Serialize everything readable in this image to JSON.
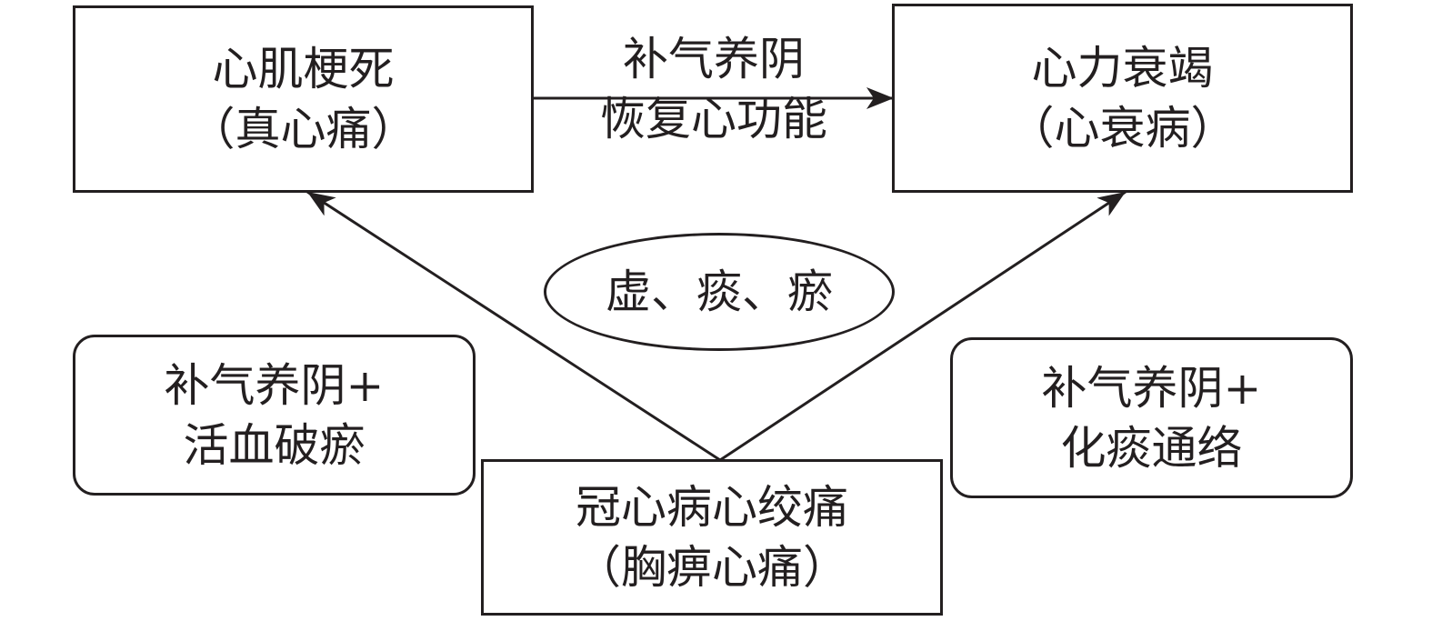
{
  "colors": {
    "stroke": "#231f20",
    "fill": "#ffffff"
  },
  "nodes": {
    "mi": {
      "line1": "心肌梗死",
      "line2": "（真心痛）"
    },
    "hf": {
      "line1": "心力衰竭",
      "line2": "（心衰病）"
    },
    "chd": {
      "line1": "冠心病心绞痛",
      "line2": "（胸痹心痛）"
    },
    "pathogenesis": {
      "text": "虚、痰、瘀"
    },
    "left_therapy": {
      "line1": "补气养阴+",
      "line2": "活血破瘀"
    },
    "right_therapy": {
      "line1": "补气养阴+",
      "line2": "化痰通络"
    }
  },
  "edge_top": {
    "line1": "补气养阴",
    "line2": "恢复心功能"
  }
}
